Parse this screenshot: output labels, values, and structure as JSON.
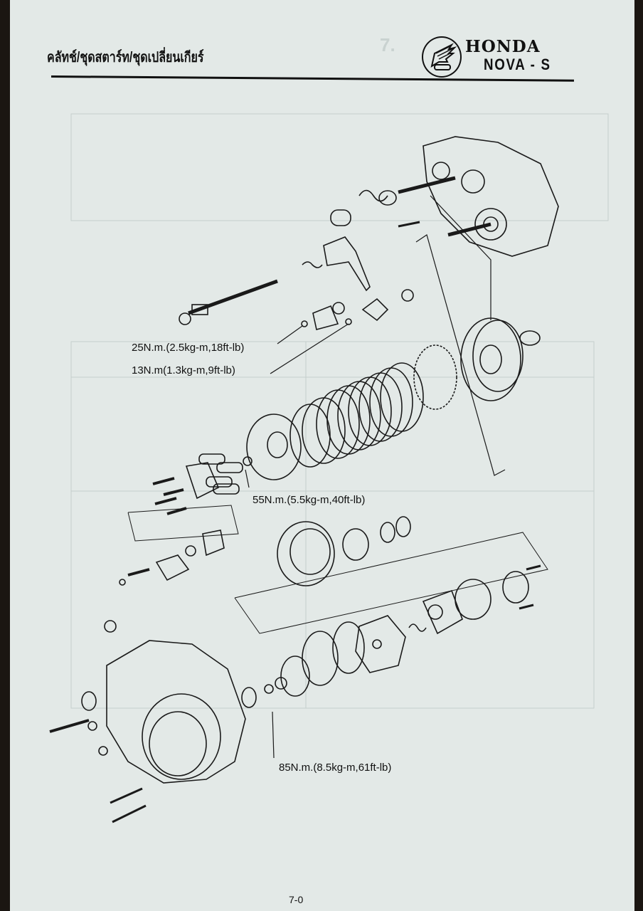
{
  "header": {
    "section_title": "คลัทช์/ชุดสตาร์ท/ชุดเปลี่ยนเกียร์",
    "brand": "HONDA",
    "model": "NOVA - S"
  },
  "torque_labels": [
    "25N.m.(2.5kg-m,18ft-lb)",
    "13N.m(1.3kg-m,9ft-lb)",
    "55N.m.(5.5kg-m,40ft-lb)",
    "85N.m.(8.5kg-m,61ft-lb)"
  ],
  "page_number": "7-0"
}
